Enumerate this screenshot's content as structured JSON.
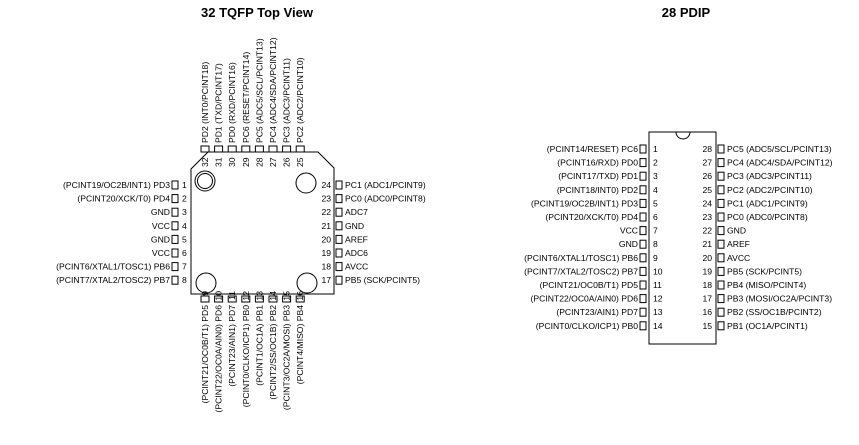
{
  "tqfp": {
    "title": "32 TQFP Top View",
    "left_pins": [
      {
        "num": "1",
        "label": "(PCINT19/OC2B/INT1) PD3"
      },
      {
        "num": "2",
        "label": "(PCINT20/XCK/T0) PD4"
      },
      {
        "num": "3",
        "label": "GND"
      },
      {
        "num": "4",
        "label": "VCC"
      },
      {
        "num": "5",
        "label": "GND"
      },
      {
        "num": "6",
        "label": "VCC"
      },
      {
        "num": "7",
        "label": "(PCINT6/XTAL1/TOSC1) PB6"
      },
      {
        "num": "8",
        "label": "(PCINT7/XTAL2/TOSC2) PB7"
      }
    ],
    "right_pins": [
      {
        "num": "24",
        "label": "PC1 (ADC1/PCINT9)"
      },
      {
        "num": "23",
        "label": "PC0 (ADC0/PCINT8)"
      },
      {
        "num": "22",
        "label": "ADC7"
      },
      {
        "num": "21",
        "label": "GND"
      },
      {
        "num": "20",
        "label": "AREF"
      },
      {
        "num": "19",
        "label": "ADC6"
      },
      {
        "num": "18",
        "label": "AVCC"
      },
      {
        "num": "17",
        "label": "PB5 (SCK/PCINT5)"
      }
    ],
    "top_pins": [
      {
        "num": "32",
        "label": "PD2 (INT0/PCINT18)"
      },
      {
        "num": "31",
        "label": "PD1 (TXD/PCINT17)"
      },
      {
        "num": "30",
        "label": "PD0 (RXD/PCINT16)"
      },
      {
        "num": "29",
        "label": "PC6 (RESET/PCINT14)"
      },
      {
        "num": "28",
        "label": "PC5 (ADC5/SCL/PCINT13)"
      },
      {
        "num": "27",
        "label": "PC4 (ADC4/SDA/PCINT12)"
      },
      {
        "num": "26",
        "label": "PC3 (ADC3/PCINT11)"
      },
      {
        "num": "25",
        "label": "PC2 (ADC2/PCINT10)"
      }
    ],
    "bottom_pins": [
      {
        "num": "9",
        "label": "(PCINT21/OC0B/T1) PD5"
      },
      {
        "num": "10",
        "label": "(PCINT22/OC0A/AIN0) PD6"
      },
      {
        "num": "11",
        "label": "(PCINT23/AIN1) PD7"
      },
      {
        "num": "12",
        "label": "(PCINT0/CLKO/ICP1) PB0"
      },
      {
        "num": "13",
        "label": "(PCINT1/OC1A) PB1"
      },
      {
        "num": "14",
        "label": "(PCINT2/SS/OC1B) PB2"
      },
      {
        "num": "15",
        "label": "(PCINT3/OC2A/MOSI) PB3"
      },
      {
        "num": "16",
        "label": "(PCINT4/MISO) PB4"
      }
    ]
  },
  "pdip": {
    "title": "28 PDIP",
    "left_pins": [
      {
        "num": "1",
        "label": "(PCINT14/RESET) PC6"
      },
      {
        "num": "2",
        "label": "(PCINT16/RXD) PD0"
      },
      {
        "num": "3",
        "label": "(PCINT17/TXD) PD1"
      },
      {
        "num": "4",
        "label": "(PCINT18/INT0) PD2"
      },
      {
        "num": "5",
        "label": "(PCINT19/OC2B/INT1) PD3"
      },
      {
        "num": "6",
        "label": "(PCINT20/XCK/T0) PD4"
      },
      {
        "num": "7",
        "label": "VCC"
      },
      {
        "num": "8",
        "label": "GND"
      },
      {
        "num": "9",
        "label": "(PCINT6/XTAL1/TOSC1) PB6"
      },
      {
        "num": "10",
        "label": "(PCINT7/XTAL2/TOSC2) PB7"
      },
      {
        "num": "11",
        "label": "(PCINT21/OC0B/T1) PD5"
      },
      {
        "num": "12",
        "label": "(PCINT22/OC0A/AIN0) PD6"
      },
      {
        "num": "13",
        "label": "(PCINT23/AIN1) PD7"
      },
      {
        "num": "14",
        "label": "(PCINT0/CLKO/ICP1) PB0"
      }
    ],
    "right_pins": [
      {
        "num": "28",
        "label": "PC5 (ADC5/SCL/PCINT13)"
      },
      {
        "num": "27",
        "label": "PC4 (ADC4/SDA/PCINT12)"
      },
      {
        "num": "26",
        "label": "PC3 (ADC3/PCINT11)"
      },
      {
        "num": "25",
        "label": "PC2 (ADC2/PCINT10)"
      },
      {
        "num": "24",
        "label": "PC1 (ADC1/PCINT9)"
      },
      {
        "num": "23",
        "label": "PC0 (ADC0/PCINT8)"
      },
      {
        "num": "22",
        "label": "GND"
      },
      {
        "num": "21",
        "label": "AREF"
      },
      {
        "num": "20",
        "label": "AVCC"
      },
      {
        "num": "19",
        "label": "PB5 (SCK/PCINT5)"
      },
      {
        "num": "18",
        "label": "PB4 (MISO/PCINT4)"
      },
      {
        "num": "17",
        "label": "PB3 (MOSI/OC2A/PCINT3)"
      },
      {
        "num": "16",
        "label": "PB2 (SS/OC1B/PCINT2)"
      },
      {
        "num": "15",
        "label": "PB1 (OC1A/PCINT1)"
      }
    ]
  }
}
